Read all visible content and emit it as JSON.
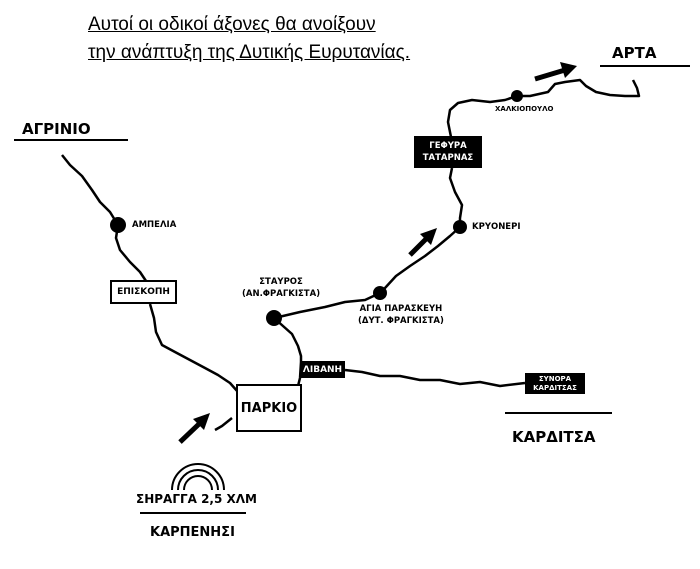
{
  "title": {
    "line1": "Αυτοί οι οδικοί άξονες θα ανοίξουν",
    "line2": "την ανάπτυξη της Δυτικής Ευρυτανίας."
  },
  "places": {
    "arta": "ΑΡΤΑ",
    "agrinio": "ΑΓΡΙΝΙΟ",
    "karditsa": "ΚΑΡΔΙΤΣΑ",
    "karpenisi": "ΚΑΡΠΕΝΗΣΙ",
    "chalkiopoulo": "ΧΑΛΚΙΟΠΟΥΛΟ",
    "gefyra_line1": "ΓΕΦΥΡΑ",
    "gefyra_line2": "ΤΑΤΑΡΝΑΣ",
    "kryoneri": "ΚΡΥΟΝΕΡΙ",
    "stavros_line1": "ΣΤΑΥΡΟΣ",
    "stavros_line2": "(ΑΝ.ΦΡΑΓΚΙΣΤΑ)",
    "agia_line1": "ΑΓΙΑ ΠΑΡΑΣΚΕΥΗ",
    "agia_line2": "(ΔΥΤ.  ΦΡΑΓΚΙΣΤΑ)",
    "ampelia": "ΑΜΠΕΛΙΑ",
    "episkopi": "ΕΠΙΣΚΟΠΗ",
    "livani": "ΛΙΒΑΝΗ",
    "parkio": "ΠΑΡΚΙΟ",
    "synora_line1": "ΣΥΝΟΡΑ",
    "synora_line2": "ΚΑΡΔΙΤΣΑΣ",
    "tunnel": "ΣΗΡΑΓΓΑ 2,5 ΧΛΜ"
  }
}
